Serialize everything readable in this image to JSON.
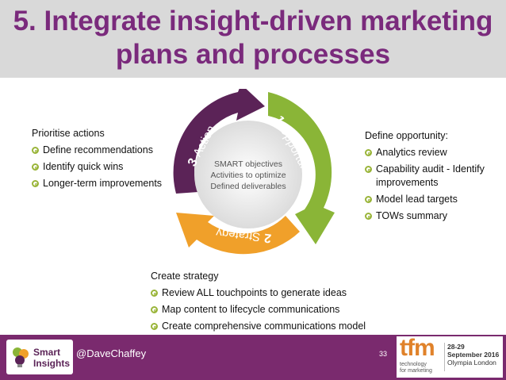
{
  "title": {
    "line1": "5. Integrate insight-driven marketing",
    "line2": "plans and processes"
  },
  "cycle": {
    "center": [
      "SMART objectives",
      "Activities to optimize",
      "Defined deliverables"
    ],
    "segments": [
      {
        "number": "1",
        "label": "Opportunity",
        "color": "#8ab537"
      },
      {
        "number": "2",
        "label": "Strategy",
        "color": "#f0a02a"
      },
      {
        "number": "3",
        "label": "Action",
        "color": "#5b2357"
      }
    ]
  },
  "left_block": {
    "heading": "Prioritise actions",
    "items": [
      "Define recommendations",
      "Identify quick wins",
      "Longer-term improvements"
    ]
  },
  "right_block": {
    "heading": "Define opportunity:",
    "items": [
      "Analytics review",
      "Capability audit - Identify improvements",
      "Model lead targets",
      "TOWs summary"
    ]
  },
  "bottom_block": {
    "heading": "Create strategy",
    "items": [
      "Review ALL touchpoints to generate ideas",
      "Map content to lifecycle communications",
      "Create comprehensive communications model"
    ]
  },
  "footer": {
    "logo_text": [
      "Smart",
      "Insights"
    ],
    "handle": "@DaveChaffey",
    "page_number": "33",
    "event_logo": "tfm",
    "event_tagline": [
      "technology",
      "for marketing"
    ],
    "event_dates": [
      "28-29",
      "September 2016",
      "Olympia London"
    ]
  },
  "colors": {
    "title": "#7a2a7c",
    "footer": "#7a2a6e",
    "bullet": "#9ab53a",
    "event_logo": "#e0822a"
  }
}
